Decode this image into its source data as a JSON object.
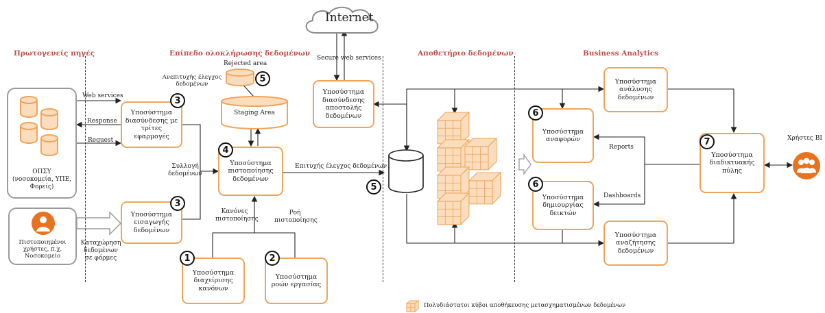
{
  "headers": {
    "primary_sources": "Πρωτογενείς πηγές",
    "integration_level": "Επίπεδο ολοκλήρωσης δεδομένων",
    "data_warehouse": "Αποθετήριο δεδομένων",
    "business_analytics": "Business Analytics"
  },
  "cloud": {
    "label": "Internet",
    "link_label": "Secure web services"
  },
  "sources": {
    "hospitals_label": "ΟΠΣΥ (νοσοκομεία, ΥΠΕ, Φορείς)",
    "users_label": "Πιστοποιημένοι χρήστες, π.χ. Νοσοκομείο",
    "web_services": "Web services",
    "response": "Response",
    "request": "Request",
    "data_entry": "Καταχώρηση δεδομένων σε φόρμες"
  },
  "integration": {
    "third_party_box": "Υποσύστημα διασύνδεσης με τρίτες εφαρμογές",
    "import_box": "Υποσύστημα εισαγωγής δεδομένων",
    "data_collection": "Συλλογή δεδομένων",
    "staging_area": "Staging Area",
    "rejected_area": "Rejected area",
    "failed_check": "Ανεπιτυχής έλεγχος δεδομένων",
    "validation_box": "Υποσύστημα πιστοποίησης δεδομένων",
    "validation_rules": "Κανόνες πιστοποίησης",
    "workflow_flow": "Ροή πιστοποίησης",
    "rules_box": "Υποσύστημα διαχείρισης κανόνων",
    "workflow_box": "Υποσύστημα ροών εργασίας",
    "secure_send_box": "Υποσύστημα διασύνδεσης αποστολής δεδομένων",
    "success_check": "Επιτυχής έλεγχος δεδομένων"
  },
  "analytics": {
    "analysis_box": "Υποσύστημα ανάλυσης δεδομένων",
    "reports_box": "Υποσύστημα αναφορών",
    "indicators_box": "Υποσύστημα δημιουργίας δεικτών",
    "search_box": "Υποσύστημα αναζήτησης δεδομένων",
    "portal_box": "Υποσύστημα διαδικτυακής πύλης",
    "reports": "Reports",
    "dashboards": "Dashboards",
    "bi_users": "Χρήστες BI"
  },
  "legend": "Πολυδιάστατοι κύβοι αποθήκευσης μετασχηματισμένων δεδομένων",
  "step_numbers": {
    "third_party": "3",
    "import": "3",
    "validation": "4",
    "rejected": "5",
    "warehouse": "5",
    "rules": "1",
    "workflow": "2",
    "reports": "6",
    "indicators": "6",
    "portal": "7"
  },
  "colors": {
    "accent": "#f0a45a",
    "header": "#c0504d",
    "icon_bg": "#e8731f",
    "gray_border": "#9b9b9b"
  }
}
